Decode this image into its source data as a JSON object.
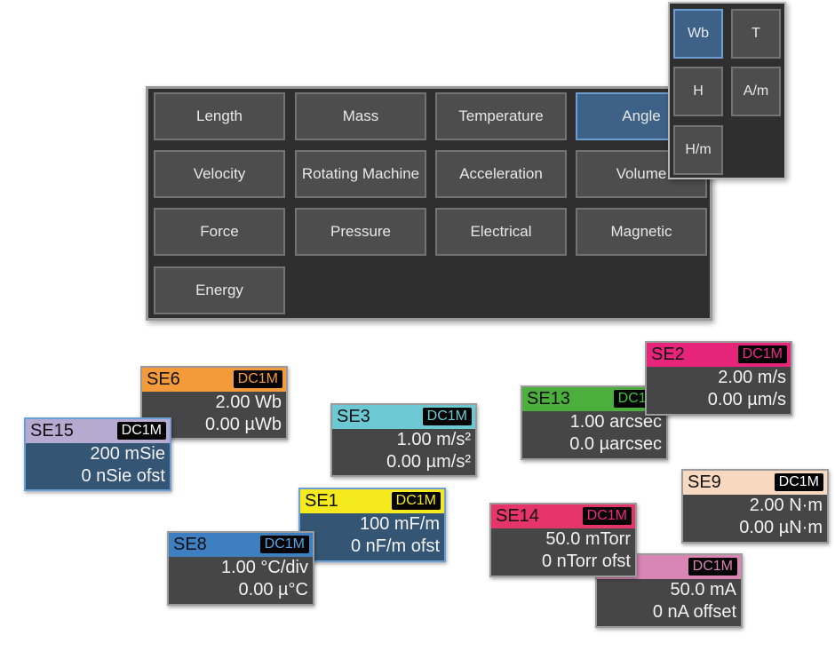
{
  "categories": [
    {
      "label": "Length"
    },
    {
      "label": "Mass"
    },
    {
      "label": "Temperature"
    },
    {
      "label": "Angle"
    },
    {
      "label": "Velocity"
    },
    {
      "label": "Rotating Machine"
    },
    {
      "label": "Acceleration"
    },
    {
      "label": "Volume"
    },
    {
      "label": "Force"
    },
    {
      "label": "Pressure"
    },
    {
      "label": "Electrical"
    },
    {
      "label": "Magnetic"
    },
    {
      "label": "Energy"
    }
  ],
  "submenu": {
    "units": [
      {
        "label": "Wb"
      },
      {
        "label": "T"
      },
      {
        "label": "H"
      },
      {
        "label": "A/m"
      },
      {
        "label": "H/m"
      }
    ]
  },
  "colors": {
    "SE6": "#f39a3a",
    "SE15": "#b7aad0",
    "SE3": "#6cc9d4",
    "SE2": "#e6247a",
    "SE13": "#4caf3d",
    "SE1": "#f5ea1e",
    "SE8": "#3e7fc1",
    "SE14": "#e6356a",
    "SE9": "#f8d8bf",
    "SE_unnamed": "#d986b4",
    "badge_orange": "#f39a3a",
    "badge_blue": "#58a3e8",
    "badge_pink": "#f0288a",
    "badge_green": "#3ec43e",
    "badge_yellow": "#f5ea1e",
    "badge_white": "#ffffff"
  },
  "channels": [
    {
      "name": "SE6",
      "coupling": "DC1M",
      "line1": "2.00 Wb",
      "line2": "0.00 µWb"
    },
    {
      "name": "SE15",
      "coupling": "DC1M",
      "line1": "200 mSie",
      "line2": "0 nSie ofst"
    },
    {
      "name": "SE3",
      "coupling": "DC1M",
      "line1": "1.00 m/s²",
      "line2": "0.00 µm/s²"
    },
    {
      "name": "SE2",
      "coupling": "DC1M",
      "line1": "2.00 m/s",
      "line2": "0.00 µm/s"
    },
    {
      "name": "SE13",
      "coupling": "DC1M",
      "line1": "1.00 arcsec",
      "line2": "0.0 µarcsec"
    },
    {
      "name": "SE1",
      "coupling": "DC1M",
      "line1": "100 mF/m",
      "line2": "0 nF/m ofst"
    },
    {
      "name": "SE8",
      "coupling": "DC1M",
      "line1": "1.00 °C/div",
      "line2": "0.00 µ°C"
    },
    {
      "name": "SE14",
      "coupling": "DC1M",
      "line1": "50.0 mTorr",
      "line2": "0 nTorr ofst"
    },
    {
      "name": "SE9",
      "coupling": "DC1M",
      "line1": "2.00 N·m",
      "line2": "0.00 µN·m"
    },
    {
      "name": "",
      "coupling": "DC1M",
      "line1": "50.0 mA",
      "line2": "0 nA offset"
    }
  ]
}
